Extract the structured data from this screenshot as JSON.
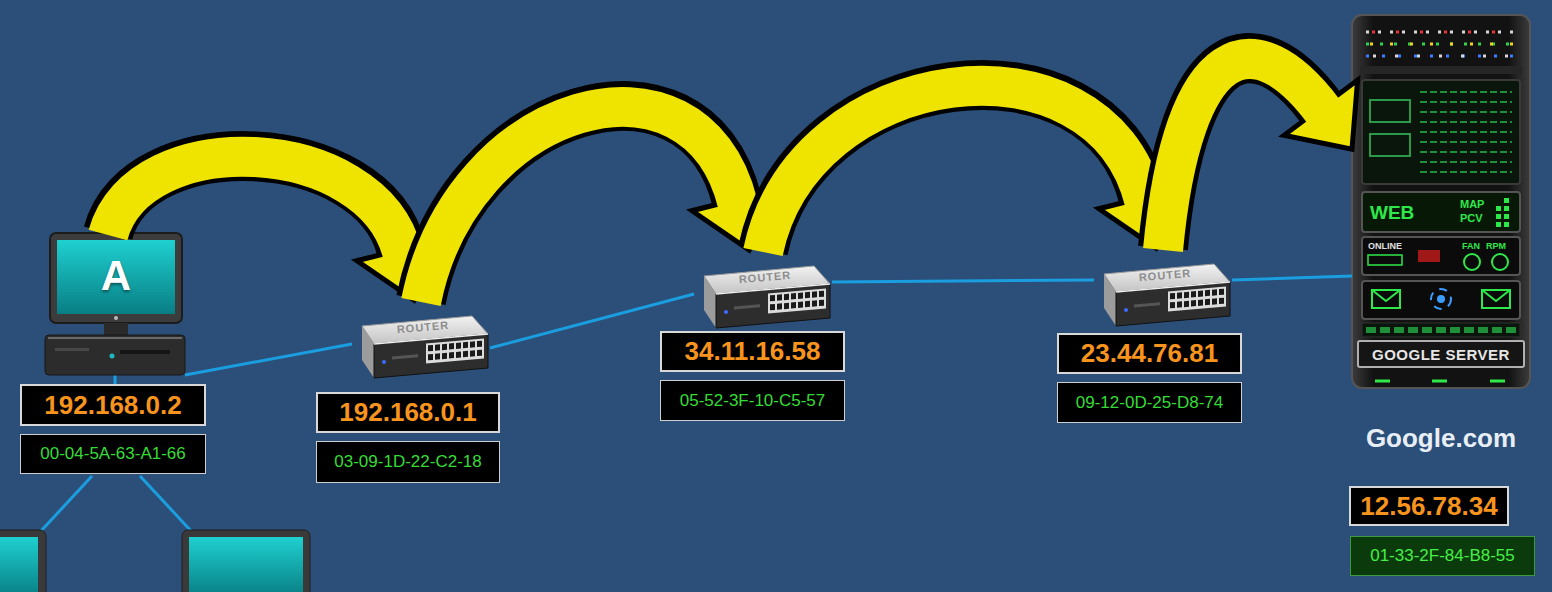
{
  "diagram": {
    "nodes": [
      {
        "text": [
          "A",
          "192.168.0.2",
          "00-04-5A-63-A1-66"
        ]
      },
      {
        "text": [
          "ROUTER",
          "192.168.0.1",
          "03-09-1D-22-C2-18"
        ]
      },
      {
        "text": [
          "ROUTER",
          "34.11.16.58",
          "05-52-3F-10-C5-57"
        ]
      },
      {
        "text": [
          "ROUTER",
          "23.44.76.81",
          "09-12-0D-25-D8-74"
        ]
      },
      {
        "text": [
          "GOOGLE SERVER",
          "Google.com",
          "12.56.78.34",
          "01-33-2F-84-B8-55"
        ]
      }
    ],
    "edges": [
      {
        "from": 0,
        "to": 1,
        "arrow": "to"
      },
      {
        "from": 1,
        "to": 2,
        "arrow": "to"
      },
      {
        "from": 2,
        "to": 3,
        "arrow": "to"
      },
      {
        "from": 3,
        "to": 4,
        "arrow": "to"
      },
      {
        "from": 0,
        "to": 1,
        "arrow": "none"
      },
      {
        "from": 1,
        "to": 2,
        "arrow": "none"
      },
      {
        "from": 2,
        "to": 3,
        "arrow": "none"
      },
      {
        "from": 3,
        "to": 4,
        "arrow": "none"
      }
    ],
    "labels": [
      "WEB",
      "MAP",
      "PCV",
      "ONLINE",
      "FAN",
      "RPM"
    ]
  }
}
